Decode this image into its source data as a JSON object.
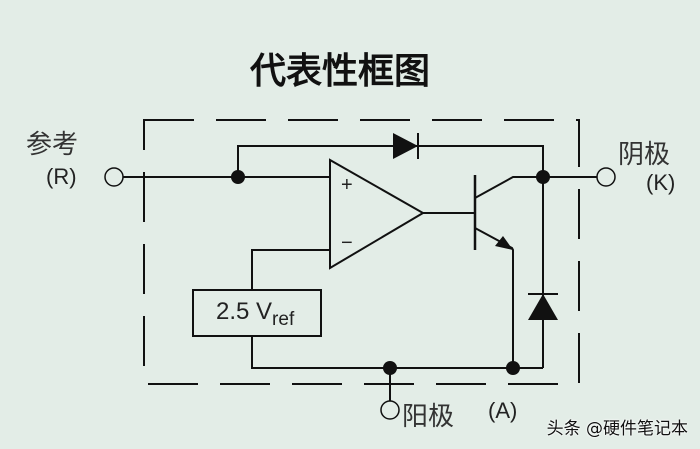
{
  "title": "代表性框图",
  "pins": {
    "ref": {
      "cn": "参考",
      "symbol": "(R)"
    },
    "cathode": {
      "cn": "阴极",
      "symbol": "(K)"
    },
    "anode": {
      "cn": "阳极",
      "symbol": "(A)"
    }
  },
  "opamp": {
    "plus": "+",
    "minus": "−"
  },
  "reference": {
    "value": "2.5 V",
    "sub": "ref"
  },
  "watermark": "头条 @硬件笔记本",
  "colors": {
    "background": "#e3ede7",
    "line": "#111111"
  }
}
